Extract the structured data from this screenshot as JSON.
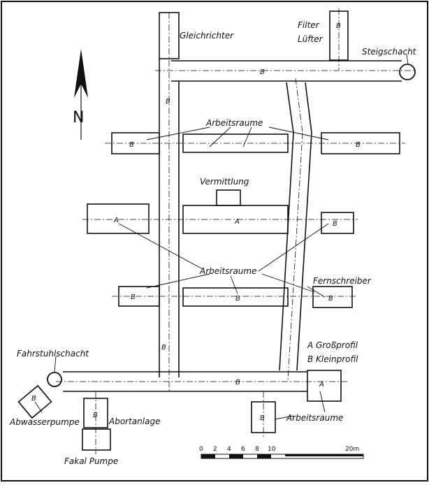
{
  "labels": {
    "gleichrichter": "Gleichrichter",
    "filter": "Filter",
    "luefter": "Lüfter",
    "steigschacht": "Steigschacht",
    "arbeitsraume_top": "Arbeitsraume",
    "vermittlung": "Vermittlung",
    "arbeitsraume_mid": "Arbeitsraume",
    "fernschreiber": "Fernschreiber",
    "legend_a": "A Großprofil",
    "legend_b": "B Kleinprofil",
    "fahrstuhlschacht": "Fahrstuhlschacht",
    "abwasserpumpe": "Abwasserpumpe",
    "abortanlage": "Abortanlage",
    "arbeitsraume_bottom": "Arbeitsraume",
    "fakal_pumpe": "Fakal Pumpe"
  },
  "profile_tags": {
    "a": "A",
    "b": "B"
  },
  "scale_bar": {
    "ticks": [
      "0",
      "2",
      "4",
      "6",
      "8",
      "10"
    ],
    "end_label": "20m"
  },
  "north_arrow": {
    "symbol": "N"
  }
}
